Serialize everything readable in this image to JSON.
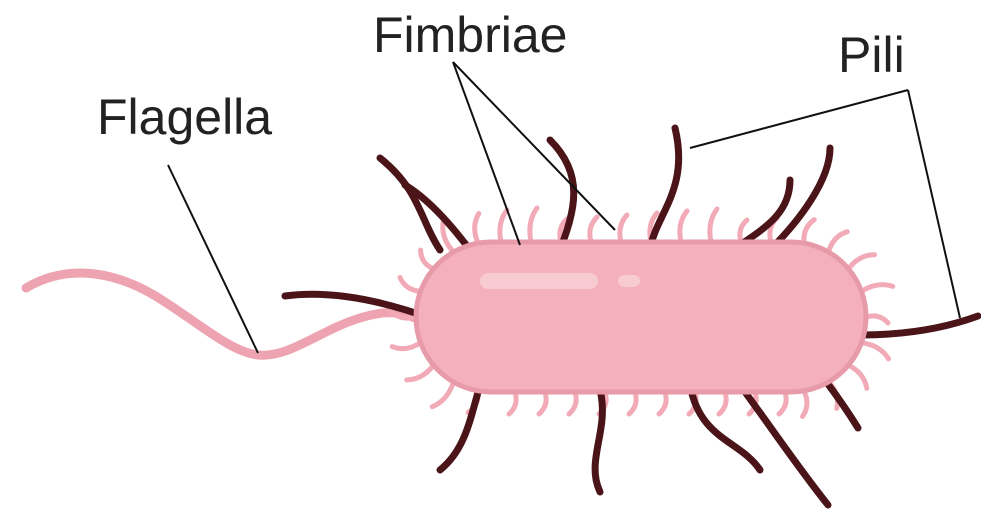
{
  "labels": {
    "flagella": "Flagella",
    "fimbriae": "Fimbriae",
    "pili": "Pili"
  },
  "colors": {
    "background": "#ffffff",
    "cell_body": "#f4b1bd",
    "cell_outline": "#e79aa8",
    "flagellum": "#eea3b1",
    "fimbriae": "#f2aab7",
    "pili": "#4a1418",
    "leader_line": "#111111",
    "label_text": "#222222"
  }
}
